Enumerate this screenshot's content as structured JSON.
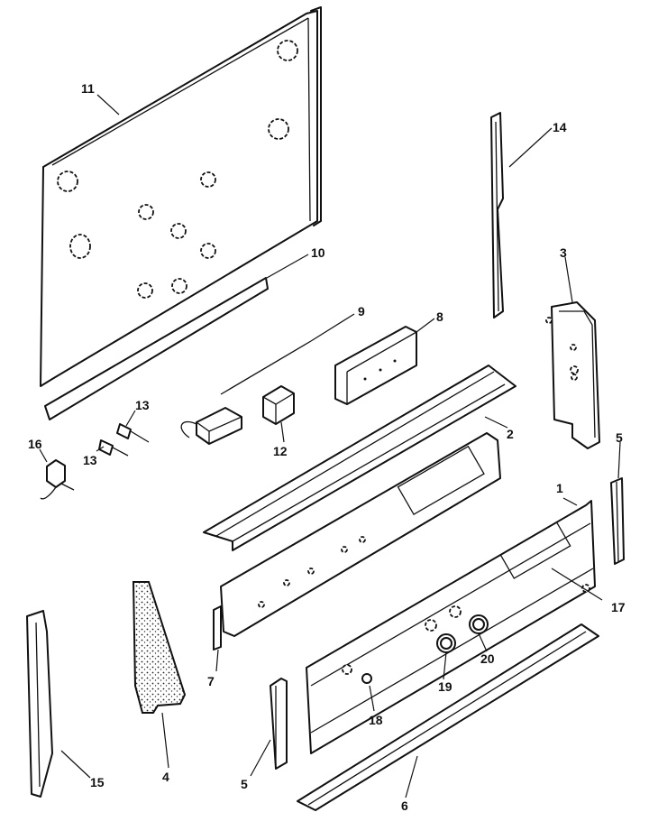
{
  "callouts": {
    "c1": "1",
    "c2": "2",
    "c3": "3",
    "c4": "4",
    "c5a": "5",
    "c5b": "5",
    "c6": "6",
    "c7": "7",
    "c8": "8",
    "c9": "9",
    "c10": "10",
    "c11": "11",
    "c12": "12",
    "c13a": "13",
    "c13b": "13",
    "c14": "14",
    "c15": "15",
    "c16": "16",
    "c17": "17",
    "c18": "18",
    "c19": "19",
    "c20": "20"
  }
}
